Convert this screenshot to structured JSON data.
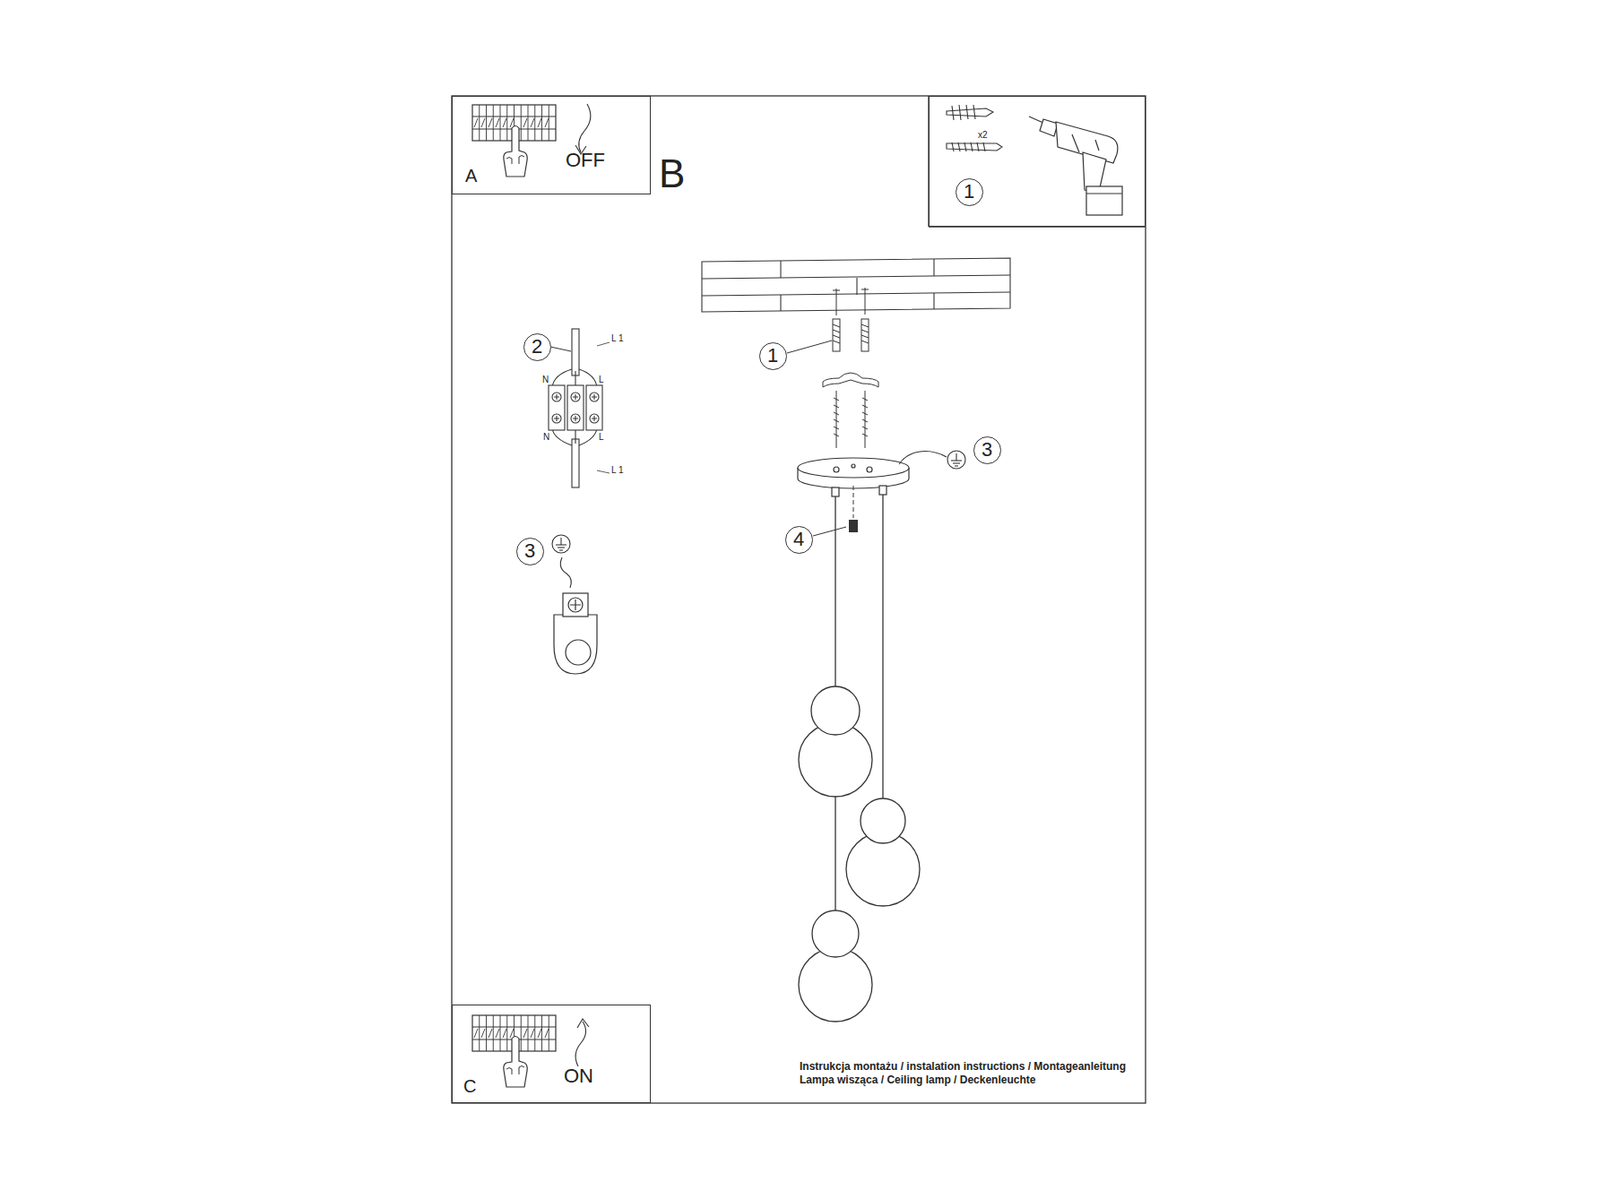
{
  "diagram": {
    "nodes": [
      {
        "text": [
          "A",
          "OFF"
        ]
      },
      {
        "text": [
          "x2"
        ]
      },
      {
        "text": [
          "1"
        ],
        "in": 1
      },
      {
        "text": [
          "2"
        ]
      },
      {
        "text": [
          "1"
        ]
      },
      {
        "text": [
          "3"
        ]
      },
      {
        "text": [
          "3"
        ]
      },
      {
        "text": [
          "4"
        ]
      },
      {
        "text": [
          "C",
          "ON"
        ]
      }
    ],
    "labels": [
      "B",
      "L 1",
      "N",
      "L",
      "N",
      "L",
      "L 1",
      "Instrukcja montażu / instalation instructions / Montageanleitung",
      "Lampa wisząca / Ceiling lamp / Deckenleuchte"
    ]
  }
}
